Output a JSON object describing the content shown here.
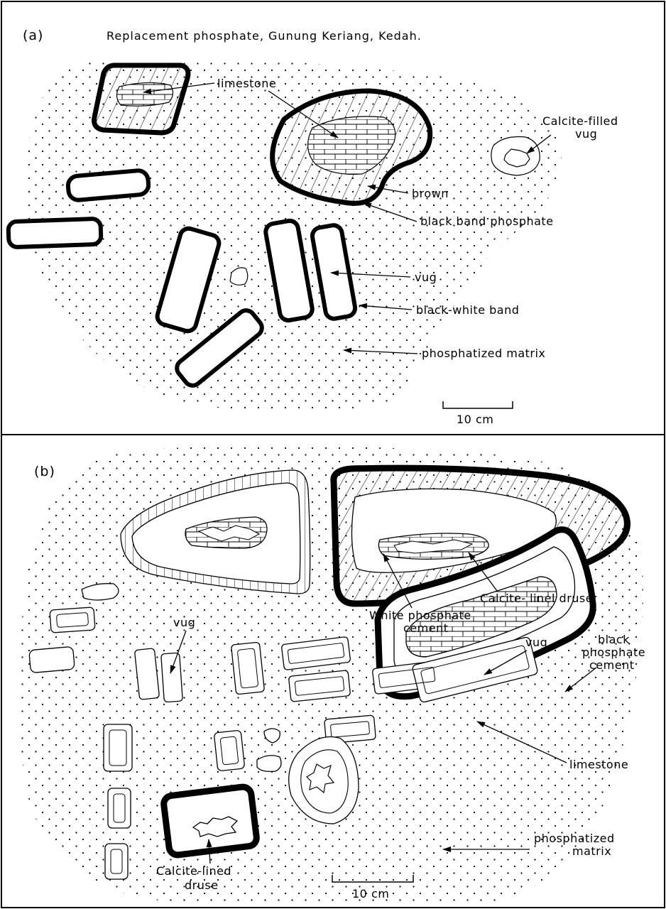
{
  "panel_a": {
    "label": "(a)",
    "title": "Replacement phosphate, Gunung Keriang, Kedah.",
    "labels": {
      "limestone": "limestone",
      "calcite_filled_1": "Calcite-filled",
      "calcite_filled_2": "vug",
      "brown": "brown",
      "black_band_phosphate": "black band phosphate",
      "vug": "vug",
      "black_white_band": "black-white band",
      "phosphatized_matrix": "phosphatized matrix"
    },
    "scale": "10 cm"
  },
  "panel_b": {
    "label": "(b)",
    "labels": {
      "calcite_linel_druse": "Calcite- linel druse",
      "white_cement_1": "White phosphate",
      "white_cement_2": "cement",
      "vug_left": "vug",
      "vug_right": "vug",
      "black_cement_1": "black",
      "black_cement_2": "phosphate",
      "black_cement_3": "cement",
      "limestone": "limestone",
      "calcite_lined_1": "Calcite-lined",
      "calcite_lined_2": "druse",
      "matrix_1": "phosphatized",
      "matrix_2": "matrix"
    },
    "scale": "10 cm"
  }
}
